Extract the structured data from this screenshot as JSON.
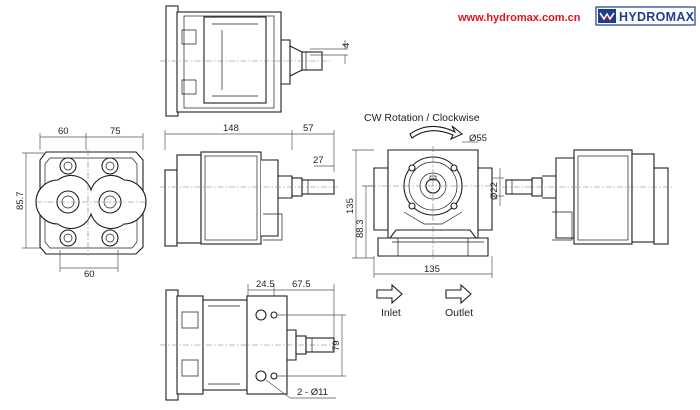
{
  "header": {
    "website": "www.hydromax.com.cn",
    "brand": "HYDROMAX"
  },
  "colors": {
    "website_text": "#e0141e",
    "brand_text": "#1d3d8f",
    "line": "#1e1e1e"
  },
  "dimensions": {
    "top_view_shaft_key": "4",
    "front_width_left": "60",
    "front_width_right": "75",
    "front_height": "85.7",
    "front_bottom_width": "60",
    "side_length": "148",
    "side_shaft_length": "57",
    "side_shaft_end": "27",
    "end_height": "135",
    "end_center_height": "88.3",
    "end_width": "135",
    "end_flange_diameter": "Ø55",
    "shaft_diameter": "Ø22",
    "bottom_offset_1": "24.5",
    "bottom_offset_2": "67.5",
    "bottom_hole_spacing": "79",
    "bottom_holes": "2 - Ø11"
  },
  "annotations": {
    "rotation": "CW Rotation / Clockwise",
    "inlet": "Inlet",
    "outlet": "Outlet"
  },
  "icons": {
    "brand_logo": "hydromax-wave-logo-icon",
    "inlet_arrow": "arrow-right-outline-icon",
    "outlet_arrow": "arrow-right-outline-icon",
    "rotation_arrow": "curved-arrow-clockwise-icon"
  }
}
